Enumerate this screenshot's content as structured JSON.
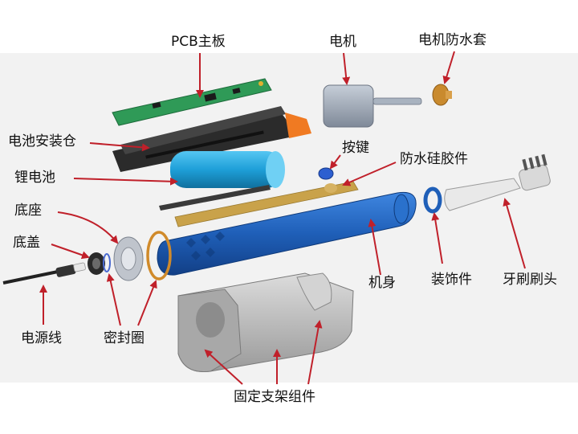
{
  "labels": {
    "pcb": "PCB主板",
    "motor": "电机",
    "motor_cover": "电机防水套",
    "battery_bay": "电池安装仓",
    "button": "按键",
    "silicone": "防水硅胶件",
    "battery": "锂电池",
    "base_seat": "底座",
    "base_cap": "底盖",
    "body": "机身",
    "trim": "装饰件",
    "brush_head": "牙刷刷头",
    "power_cord": "电源线",
    "seal_ring": "密封圈",
    "stand": "固定支架组件"
  },
  "colors": {
    "arrow": "#c0202a",
    "panel": "#f2f2f2",
    "pcb": "#2f9a57",
    "bay": "#2b2b2b",
    "bay_accent": "#f07a22",
    "battery": "#1e9fd8",
    "body": "#1f5fb8",
    "silicone": "#c9a24a",
    "seal": "#d08a2a",
    "motor": "#9ea8b6",
    "stand": "#b9b9b9",
    "brush": "#e9e9e9"
  }
}
